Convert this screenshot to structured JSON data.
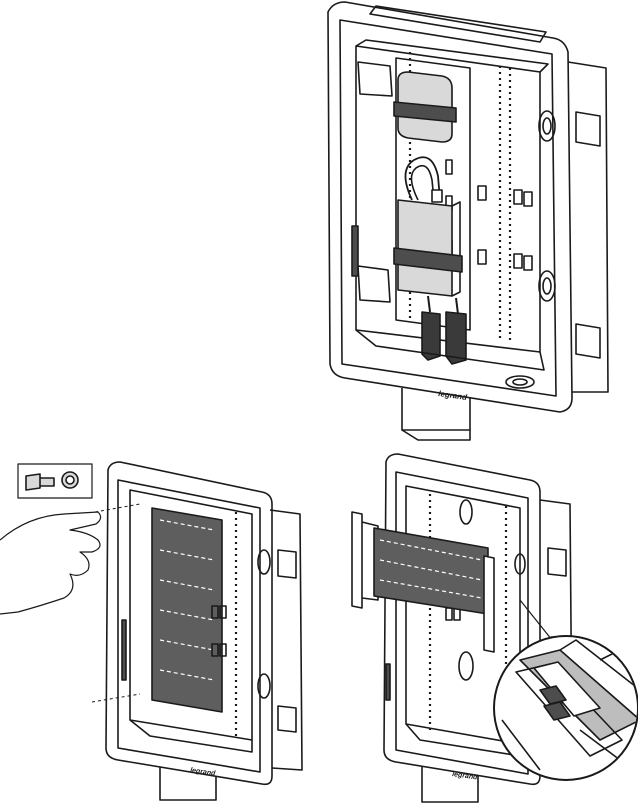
{
  "brand": {
    "logo_text": "legrand",
    "line_color": "#1a1a1a",
    "module_fill": "#d9d9d9",
    "strap_fill": "#4d4d4d",
    "connector_fill": "#3a3a3a",
    "panel_fill": "#5e5e5e",
    "zoom_highlight": "#bdbdbd"
  },
  "figures": [
    {
      "id": "enclosure-with-power-modules"
    },
    {
      "id": "enclosure-with-grid-panel-and-hand"
    },
    {
      "id": "enclosure-with-bracket-and-zoom-detail"
    }
  ],
  "callout": {
    "icon": "mounting-pin-icon"
  }
}
